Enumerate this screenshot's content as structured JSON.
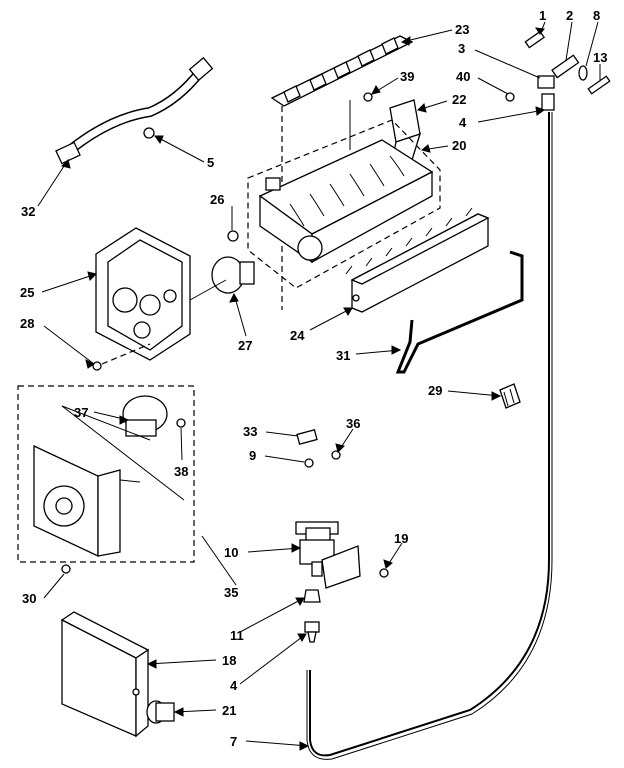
{
  "diagram": {
    "callouts": {
      "c1": "1",
      "c2": "2",
      "c8": "8",
      "c3": "3",
      "c13": "13",
      "c40": "40",
      "c4a": "4",
      "c23": "23",
      "c39": "39",
      "c22": "22",
      "c20": "20",
      "c5": "5",
      "c32": "32",
      "c26": "26",
      "c25": "25",
      "c27": "27",
      "c28": "28",
      "c24": "24",
      "c31": "31",
      "c29": "29",
      "c37": "37",
      "c38": "38",
      "c33": "33",
      "c36": "36",
      "c9": "9",
      "c10": "10",
      "c19": "19",
      "c30": "30",
      "c35": "35",
      "c11": "11",
      "c18": "18",
      "c4b": "4",
      "c21": "21",
      "c7": "7"
    }
  }
}
